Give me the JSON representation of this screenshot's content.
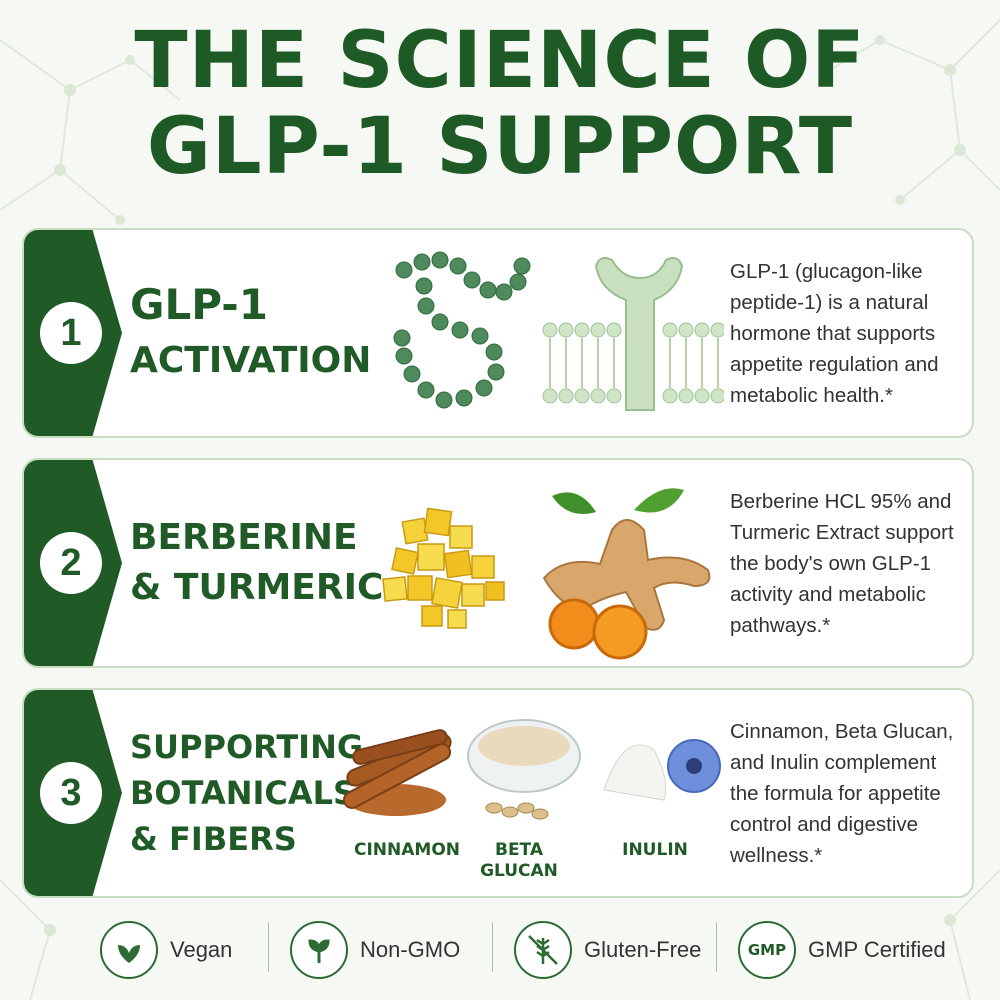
{
  "title": {
    "line1": "THE SCIENCE OF",
    "line2": "GLP-1 SUPPORT"
  },
  "colors": {
    "brand_green": "#1f5a27",
    "card_border": "#c9ddc2",
    "light_green": "#cfe6c6"
  },
  "cards": [
    {
      "number": "1",
      "heading": [
        "GLP-1",
        "ACTIVATION"
      ],
      "description": "GLP-1 (glucagon-like peptide-1) is a natural hormone that supports appetite regulation and metabolic health.*",
      "images": [
        "peptide-chain",
        "cell-membrane-receptor"
      ]
    },
    {
      "number": "2",
      "heading": [
        "BERBERINE",
        "& TURMERIC"
      ],
      "description": "Berberine HCL 95% and Turmeric Extract support the body's own GLP-1 activity and metabolic pathways.*",
      "images": [
        "berberine-crystals",
        "turmeric-root"
      ]
    },
    {
      "number": "3",
      "heading": [
        "SUPPORTING",
        "BOTANICALS",
        "& FIBERS"
      ],
      "description": "Cinnamon, Beta Glucan, and Inulin complement the formula for appetite control and digestive wellness.*",
      "ingredients": [
        "CINNAMON",
        "BETA\nGLUCAN",
        "INULIN"
      ]
    }
  ],
  "badges": [
    {
      "icon": "vegan-leaf-icon",
      "label": "Vegan"
    },
    {
      "icon": "non-gmo-plant-icon",
      "label": "Non-GMO"
    },
    {
      "icon": "gluten-free-wheat-icon",
      "label": "Gluten-Free"
    },
    {
      "icon": "gmp-icon",
      "icon_text": "GMP",
      "label": "GMP Certified"
    }
  ]
}
